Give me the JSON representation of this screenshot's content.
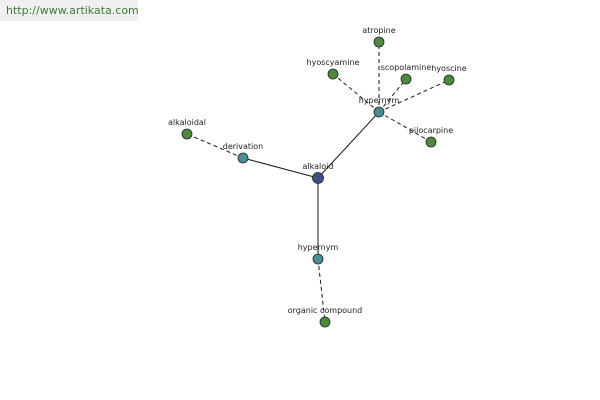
{
  "watermark": "http://www.artikata.com",
  "colors": {
    "center": "#3a4f8a",
    "relation": "#4a8c97",
    "term": "#4e8a3e",
    "edge": "#1a1a1a"
  },
  "nodes": [
    {
      "id": "alkaloid",
      "label": "alkaloid",
      "kind": "center"
    },
    {
      "id": "hypernym-top",
      "label": "hypernym",
      "kind": "relation"
    },
    {
      "id": "derivation",
      "label": "derivation",
      "kind": "relation"
    },
    {
      "id": "hypernym-bottom",
      "label": "hypernym",
      "kind": "relation"
    },
    {
      "id": "atropine",
      "label": "atropine",
      "kind": "term"
    },
    {
      "id": "hyoscyamine",
      "label": "hyoscyamine",
      "kind": "term"
    },
    {
      "id": "scopolamine",
      "label": "scopolamine",
      "kind": "term"
    },
    {
      "id": "hyoscine",
      "label": "hyoscine",
      "kind": "term"
    },
    {
      "id": "pilocarpine",
      "label": "pilocarpine",
      "kind": "term"
    },
    {
      "id": "alkaloidal",
      "label": "alkaloidal",
      "kind": "term"
    },
    {
      "id": "organic-compound",
      "label": "organic compound",
      "kind": "term"
    }
  ],
  "edges": [
    {
      "from": "alkaloid",
      "to": "hypernym-top",
      "style": "solid"
    },
    {
      "from": "alkaloid",
      "to": "derivation",
      "style": "solid"
    },
    {
      "from": "alkaloid",
      "to": "hypernym-bottom",
      "style": "solid"
    },
    {
      "from": "hypernym-top",
      "to": "atropine",
      "style": "dashed"
    },
    {
      "from": "hypernym-top",
      "to": "hyoscyamine",
      "style": "dashed"
    },
    {
      "from": "hypernym-top",
      "to": "scopolamine",
      "style": "dashed"
    },
    {
      "from": "hypernym-top",
      "to": "hyoscine",
      "style": "dashed"
    },
    {
      "from": "hypernym-top",
      "to": "pilocarpine",
      "style": "dashed"
    },
    {
      "from": "derivation",
      "to": "alkaloidal",
      "style": "dashed"
    },
    {
      "from": "hypernym-bottom",
      "to": "organic-compound",
      "style": "dashed"
    }
  ]
}
